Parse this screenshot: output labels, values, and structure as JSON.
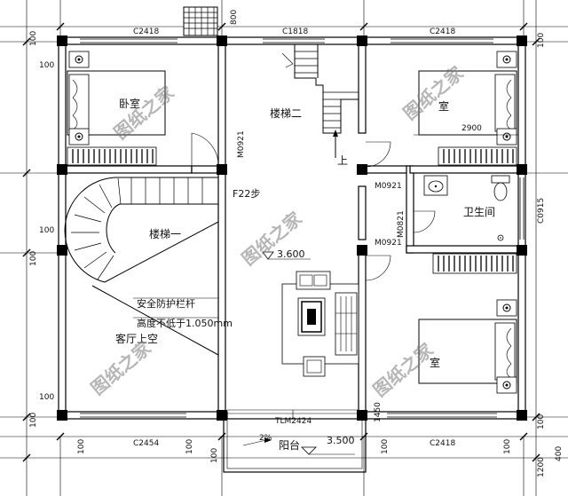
{
  "rooms": {
    "bedroom_nw": "卧室",
    "stair_two": "楼梯二",
    "stair_one": "楼梯一",
    "bathroom": "卫生间",
    "living_void": "客厅上空",
    "balcony": "阳台",
    "bedroom_ne_suffix": "室",
    "bedroom_se_suffix": "室",
    "up": "上"
  },
  "notes": {
    "rail_line1": "安全防护栏杆",
    "rail_line2": "高度不低于1.050mm",
    "steps": "F22步",
    "slope": "2%"
  },
  "levels": {
    "floor": "3.600",
    "balcony": "3.500"
  },
  "windows": {
    "top_left": "C2418",
    "top_mid": "C1818",
    "top_right": "C2418",
    "bottom_left": "C2454",
    "bottom_right": "C2418",
    "right_side": "C0915",
    "balcony_door": "TLM2424"
  },
  "doors": {
    "bedroom_nw": "M0921",
    "ne_lower": "M0921",
    "bathroom": "M0821",
    "se_upper": "M0921"
  },
  "dimensions": {
    "top_800": "800",
    "right_2900": "2900",
    "left_100_top": "100",
    "left_100_upper": "100",
    "left_100_mid": "100",
    "left_100_mid2": "100",
    "left_100_low": "100",
    "left_100_btm": "100",
    "right_100_top": "100",
    "right_100_btm": "100",
    "right_1200": "1200",
    "right_400": "400",
    "bottom_100_a": "100",
    "bottom_100_b": "100",
    "bottom_100_c": "100",
    "bottom_100_d": "100",
    "bottom_100_e": "100",
    "balcony_1450": "1450"
  },
  "watermark": "图纸之家"
}
